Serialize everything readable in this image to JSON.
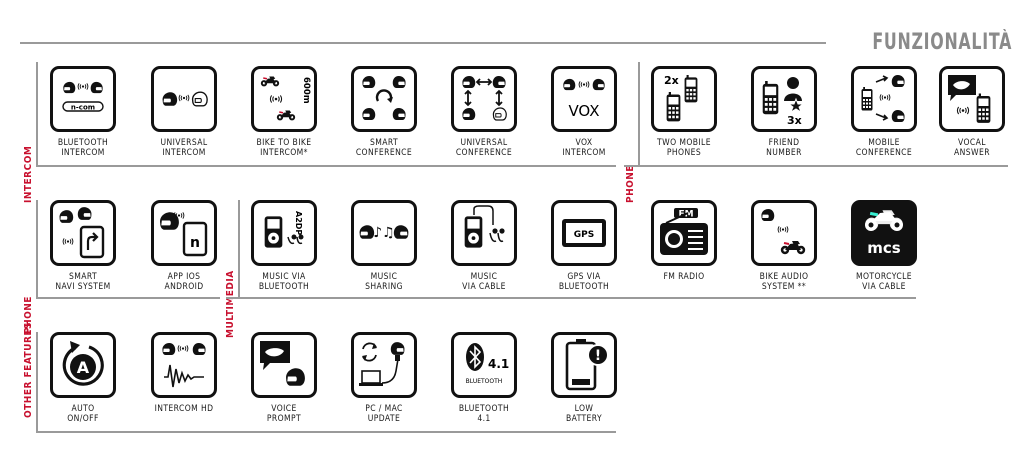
{
  "page_title": "FUNZIONALITÀ",
  "sections": {
    "intercom": "INTERCOM",
    "phone_row1": "PHONE",
    "phone_row2": "PHONE",
    "multimedia": "MULTIMEDIA",
    "other": "OTHER FEATURES"
  },
  "features": {
    "bluetooth_intercom": {
      "label": "BLUETOOTH\nINTERCOM",
      "icon": "helmets-ncom-icon",
      "icon_text": "n-com"
    },
    "universal_intercom": {
      "label": "UNIVERSAL\nINTERCOM",
      "icon": "helmets-universal-icon"
    },
    "bike_to_bike": {
      "label": "BIKE TO BIKE\nINTERCOM*",
      "icon": "bike-to-bike-icon",
      "icon_text": "600m"
    },
    "smart_conference": {
      "label": "SMART\nCONFERENCE",
      "icon": "smart-conference-icon"
    },
    "universal_conference": {
      "label": "UNIVERSAL\nCONFERENCE",
      "icon": "universal-conference-icon"
    },
    "vox_intercom": {
      "label": "VOX\nINTERCOM",
      "icon": "vox-icon",
      "icon_text": "VOX"
    },
    "two_mobile_phones": {
      "label": "TWO MOBILE\nPHONES",
      "icon": "two-phones-icon",
      "icon_text": "2x"
    },
    "friend_number": {
      "label": "FRIEND\nNUMBER",
      "icon": "friend-number-icon",
      "icon_text": "3x"
    },
    "mobile_conference": {
      "label": "MOBILE\nCONFERENCE",
      "icon": "mobile-conference-icon"
    },
    "vocal_answer": {
      "label": "VOCAL\nANSWER",
      "icon": "vocal-answer-icon"
    },
    "smart_navi": {
      "label": "SMART\nNAVI SYSTEM",
      "icon": "smart-navi-icon"
    },
    "app_ios_android": {
      "label": "APP IOS\nANDROID",
      "icon": "app-icon",
      "icon_text": "n"
    },
    "music_bluetooth": {
      "label": "MUSIC VIA\nBLUETOOTH",
      "icon": "music-bluetooth-icon",
      "icon_text": "A2DP"
    },
    "music_sharing": {
      "label": "MUSIC\nSHARING",
      "icon": "music-sharing-icon"
    },
    "music_cable": {
      "label": "MUSIC\nVIA CABLE",
      "icon": "music-cable-icon"
    },
    "gps_bluetooth": {
      "label": "GPS VIA\nBLUETOOTH",
      "icon": "gps-icon",
      "icon_text": "GPS"
    },
    "fm_radio": {
      "label": "FM RADIO",
      "icon": "radio-icon",
      "icon_text": "FM"
    },
    "bike_audio": {
      "label": "BIKE AUDIO\nSYSTEM **",
      "icon": "bike-audio-icon"
    },
    "motorcycle_cable": {
      "label": "MOTORCYCLE\nVIA CABLE",
      "icon": "mcs-icon",
      "icon_text": "mcs"
    },
    "auto_onoff": {
      "label": "AUTO\nON/OFF",
      "icon": "auto-onoff-icon",
      "icon_text": "A"
    },
    "intercom_hd": {
      "label": "INTERCOM HD",
      "icon": "intercom-hd-icon"
    },
    "voice_prompt": {
      "label": "VOICE\nPROMPT",
      "icon": "voice-prompt-icon"
    },
    "pc_mac_update": {
      "label": "PC / MAC\nUPDATE",
      "icon": "pc-update-icon"
    },
    "bluetooth_41": {
      "label": "BLUETOOTH\n4.1",
      "icon": "bluetooth-icon",
      "icon_text": "4.1",
      "icon_subtext": "BLUETOOTH"
    },
    "low_battery": {
      "label": "LOW\nBATTERY",
      "icon": "low-battery-icon",
      "icon_text": "!"
    }
  },
  "colors": {
    "accent": "#c8102e",
    "rule": "#9a9a9a",
    "ink": "#111111",
    "title": "#8a8a8a"
  }
}
